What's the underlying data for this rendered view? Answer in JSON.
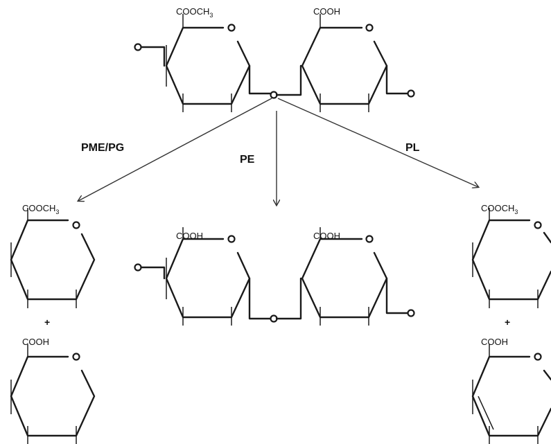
{
  "enzymes": {
    "pme_pg": "PME/PG",
    "pe": "PE",
    "pl": "PL"
  },
  "groups": {
    "methyl_ester": "COOCH",
    "methyl_sub": "3",
    "acid": "COOH"
  },
  "plus": "+",
  "colors": {
    "line": "#1a1a1a",
    "background": "#ffffff"
  }
}
